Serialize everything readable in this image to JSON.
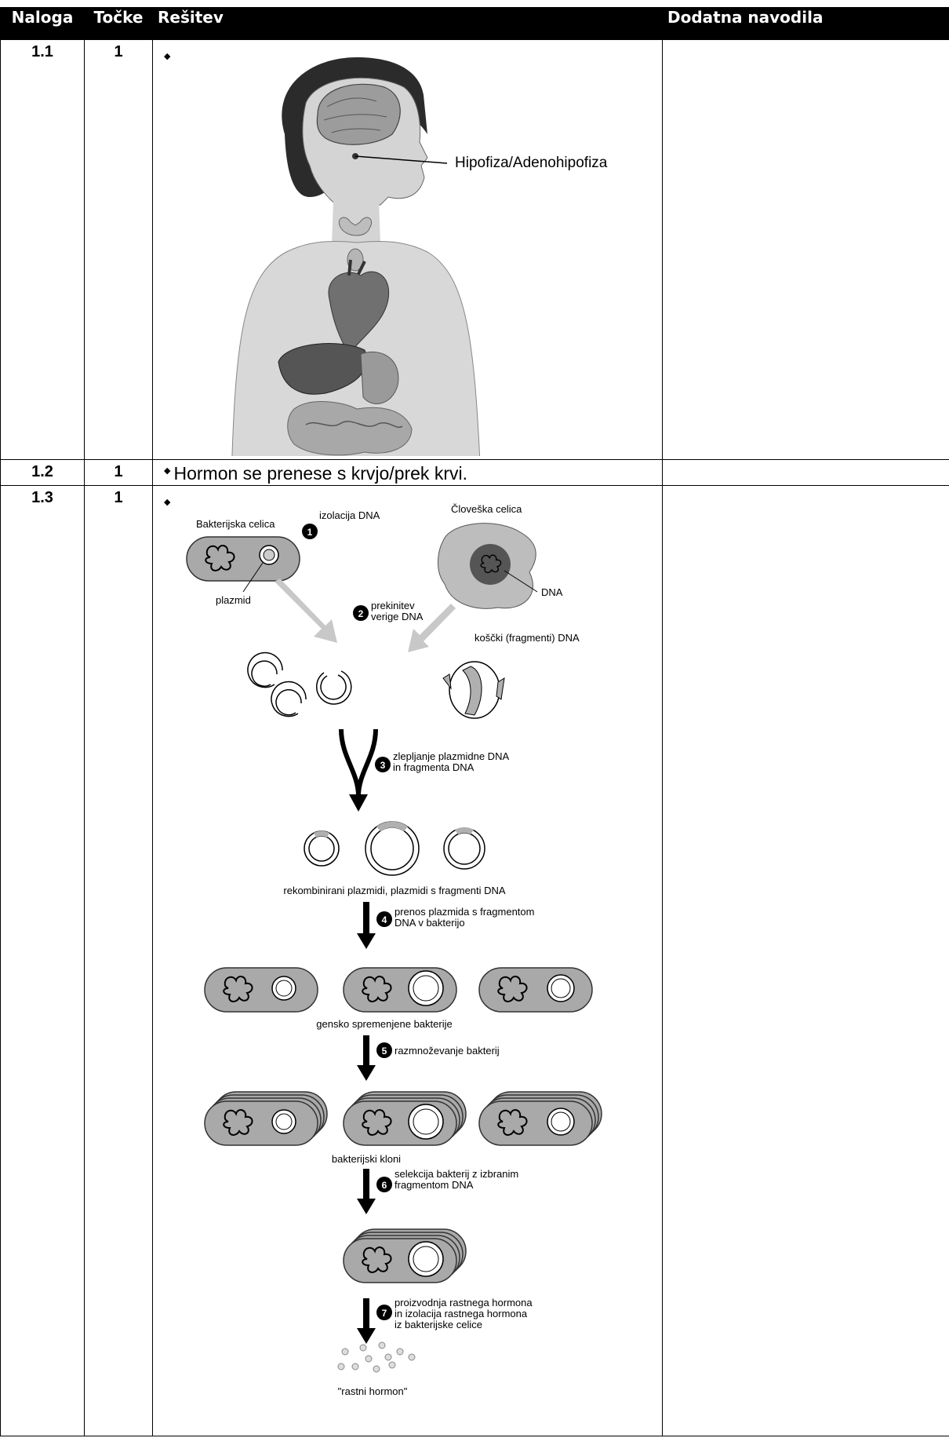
{
  "headers": {
    "task": "Naloga",
    "points": "Točke",
    "solution": "Rešitev",
    "notes": "Dodatna navodila"
  },
  "rows": [
    {
      "task": "1.1",
      "points": "1",
      "label": "Hipofiza/Adenohipofiza"
    },
    {
      "task": "1.2",
      "points": "1",
      "answer": "Hormon se prenese s krvjo/prek krvi."
    },
    {
      "task": "1.3",
      "points": "1"
    }
  ],
  "bullet": "◆",
  "diagram": {
    "bacterial_cell": "Bakterijska celica",
    "human_cell": "Človeška celica",
    "plasmid": "plazmid",
    "dna": "DNA",
    "fragments": "koščki (fragmenti) DNA",
    "recombined": "rekombinirani plazmidi, plazmidi s fragmenti DNA",
    "modified": "gensko spremenjene bakterije",
    "clones": "bakterijski kloni",
    "product": "\"rastni hormon\"",
    "steps": [
      {
        "n": "1",
        "lines": [
          "izolacija DNA"
        ]
      },
      {
        "n": "2",
        "lines": [
          "prekinitev",
          "verige DNA"
        ]
      },
      {
        "n": "3",
        "lines": [
          "zlepljanje plazmidne DNA",
          "in fragmenta DNA"
        ]
      },
      {
        "n": "4",
        "lines": [
          "prenos plazmida s fragmentom",
          "DNA v bakterijo"
        ]
      },
      {
        "n": "5",
        "lines": [
          "razmnoževanje bakterij"
        ]
      },
      {
        "n": "6",
        "lines": [
          "selekcija bakterij z izbranim",
          "fragmentom DNA"
        ]
      },
      {
        "n": "7",
        "lines": [
          "proizvodnja rastnega hormona",
          "in izolacija rastnega hormona",
          "iz bakterijske celice"
        ]
      }
    ]
  }
}
